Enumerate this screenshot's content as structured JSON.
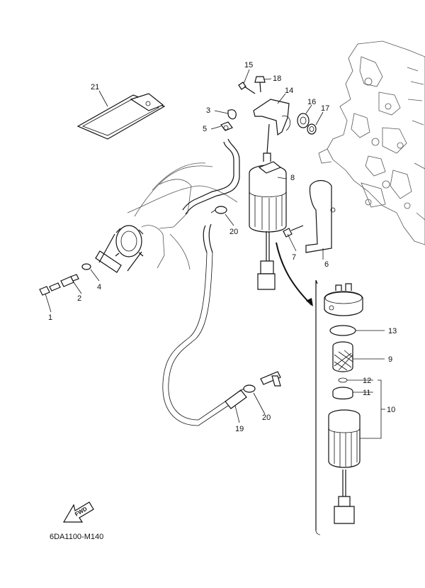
{
  "diagram": {
    "code": "6DA1100-M140",
    "fwd_label": "FWD",
    "callouts": [
      "1",
      "2",
      "3",
      "4",
      "5",
      "6",
      "7",
      "8",
      "9",
      "10",
      "11",
      "12",
      "13",
      "14",
      "15",
      "16",
      "17",
      "18",
      "19",
      "20",
      "20",
      "21"
    ]
  }
}
